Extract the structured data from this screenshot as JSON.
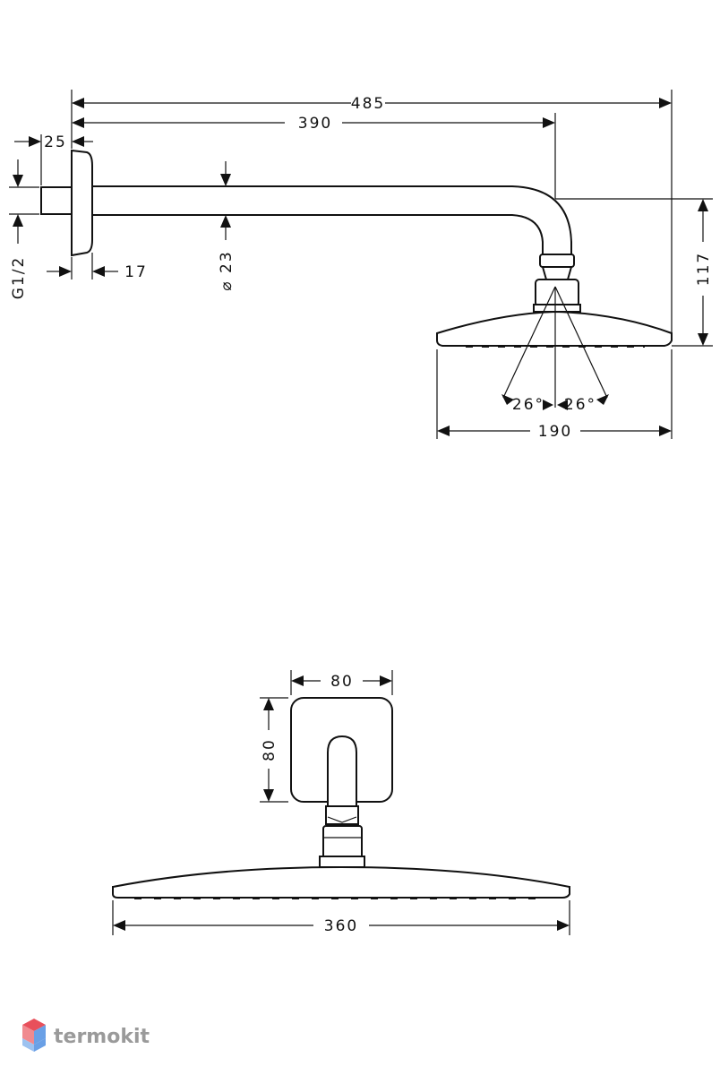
{
  "side_view": {
    "dim_total_length": "485",
    "dim_arm_length": "390",
    "dim_flange_depth": "25",
    "dim_thread": "G1/2",
    "dim_flange_offset": "17",
    "dim_arm_diameter": "⌀ 23",
    "dim_height": "117",
    "dim_angle_left": "26°",
    "dim_angle_right": "26°",
    "dim_head_width": "190"
  },
  "front_view": {
    "dim_plate_width": "80",
    "dim_plate_height": "80",
    "dim_head_width": "360"
  },
  "logo": {
    "text": "termokit"
  },
  "colors": {
    "line": "#111111",
    "logo_text": "#9a9a9a",
    "logo_red": "#e8505b",
    "logo_blue": "#6aa0e6"
  }
}
